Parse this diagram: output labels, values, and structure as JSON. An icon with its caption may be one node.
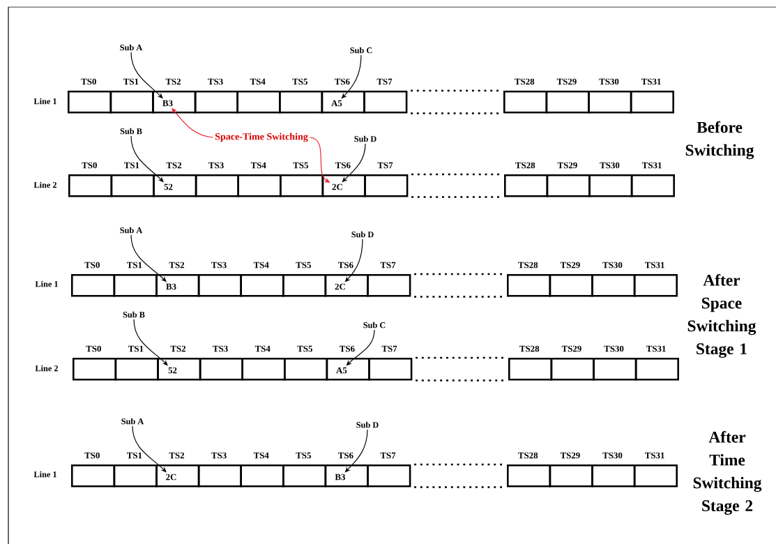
{
  "diagram": {
    "nodes": [
      {
        "text": [
          "Sub A"
        ]
      },
      {
        "text": [
          "Sub C"
        ]
      },
      {
        "text": [
          "TS0"
        ]
      },
      {
        "text": [
          "TS1"
        ]
      },
      {
        "text": [
          "TS2",
          "B3"
        ]
      },
      {
        "text": [
          "TS3"
        ]
      },
      {
        "text": [
          "TS4"
        ]
      },
      {
        "text": [
          "TS5"
        ]
      },
      {
        "text": [
          "TS6",
          "A5"
        ]
      },
      {
        "text": [
          "TS7"
        ]
      },
      {
        "text": [
          "TS28"
        ]
      },
      {
        "text": [
          "TS29"
        ]
      },
      {
        "text": [
          "TS30"
        ]
      },
      {
        "text": [
          "TS31"
        ]
      },
      {
        "text": [
          "Space-Time Switching"
        ]
      },
      {
        "text": [
          "Sub B"
        ]
      },
      {
        "text": [
          "Sub D"
        ]
      },
      {
        "text": [
          "TS0"
        ]
      },
      {
        "text": [
          "TS1"
        ]
      },
      {
        "text": [
          "TS2",
          "52"
        ]
      },
      {
        "text": [
          "TS3"
        ]
      },
      {
        "text": [
          "TS4"
        ]
      },
      {
        "text": [
          "TS5"
        ]
      },
      {
        "text": [
          "TS6",
          "2C"
        ]
      },
      {
        "text": [
          "TS7"
        ]
      },
      {
        "text": [
          "TS28"
        ]
      },
      {
        "text": [
          "TS29"
        ]
      },
      {
        "text": [
          "TS30"
        ]
      },
      {
        "text": [
          "TS31"
        ]
      },
      {
        "text": [
          "Sub A"
        ]
      },
      {
        "text": [
          "Sub D"
        ]
      },
      {
        "text": [
          "TS0"
        ]
      },
      {
        "text": [
          "TS1"
        ]
      },
      {
        "text": [
          "TS2",
          "B3"
        ]
      },
      {
        "text": [
          "TS3"
        ]
      },
      {
        "text": [
          "TS4"
        ]
      },
      {
        "text": [
          "TS5"
        ]
      },
      {
        "text": [
          "TS6",
          "2C"
        ]
      },
      {
        "text": [
          "TS7"
        ]
      },
      {
        "text": [
          "TS28"
        ]
      },
      {
        "text": [
          "TS29"
        ]
      },
      {
        "text": [
          "TS30"
        ]
      },
      {
        "text": [
          "TS31"
        ]
      },
      {
        "text": [
          "Sub B"
        ]
      },
      {
        "text": [
          "Sub C"
        ]
      },
      {
        "text": [
          "TS0"
        ]
      },
      {
        "text": [
          "TS1"
        ]
      },
      {
        "text": [
          "TS2",
          "52"
        ]
      },
      {
        "text": [
          "TS3"
        ]
      },
      {
        "text": [
          "TS4"
        ]
      },
      {
        "text": [
          "TS5"
        ]
      },
      {
        "text": [
          "TS6",
          "A5"
        ]
      },
      {
        "text": [
          "TS7"
        ]
      },
      {
        "text": [
          "TS28"
        ]
      },
      {
        "text": [
          "TS29"
        ]
      },
      {
        "text": [
          "TS30"
        ]
      },
      {
        "text": [
          "TS31"
        ]
      },
      {
        "text": [
          "Sub A"
        ]
      },
      {
        "text": [
          "Sub D"
        ]
      },
      {
        "text": [
          "TS0"
        ]
      },
      {
        "text": [
          "TS1"
        ]
      },
      {
        "text": [
          "TS2",
          "2C"
        ]
      },
      {
        "text": [
          "TS3"
        ]
      },
      {
        "text": [
          "TS4"
        ]
      },
      {
        "text": [
          "TS5"
        ]
      },
      {
        "text": [
          "TS6",
          "B3"
        ]
      },
      {
        "text": [
          "TS7"
        ]
      },
      {
        "text": [
          "TS28"
        ]
      },
      {
        "text": [
          "TS29"
        ]
      },
      {
        "text": [
          "TS30"
        ]
      },
      {
        "text": [
          "TS31"
        ]
      }
    ],
    "edges": [
      {
        "from": 0,
        "to": 4,
        "arrow": "to"
      },
      {
        "from": 1,
        "to": 8,
        "arrow": "to"
      },
      {
        "from": 14,
        "to": 4,
        "arrow": "to",
        "color": "#e8202a"
      },
      {
        "from": 14,
        "to": 23,
        "arrow": "to",
        "color": "#e8202a"
      },
      {
        "from": 15,
        "to": 19,
        "arrow": "to"
      },
      {
        "from": 16,
        "to": 23,
        "arrow": "to"
      },
      {
        "from": 29,
        "to": 33,
        "arrow": "to"
      },
      {
        "from": 30,
        "to": 37,
        "arrow": "to"
      },
      {
        "from": 43,
        "to": 47,
        "arrow": "to"
      },
      {
        "from": 44,
        "to": 51,
        "arrow": "to"
      },
      {
        "from": 57,
        "to": 61,
        "arrow": "to"
      },
      {
        "from": 58,
        "to": 65,
        "arrow": "to"
      },
      {
        "from": 9,
        "to": 10,
        "arrow": "none",
        "style": "dashed"
      },
      {
        "from": 9,
        "to": 10,
        "arrow": "none",
        "style": "dashed"
      },
      {
        "from": 24,
        "to": 25,
        "arrow": "none",
        "style": "dashed"
      },
      {
        "from": 24,
        "to": 25,
        "arrow": "none",
        "style": "dashed"
      },
      {
        "from": 38,
        "to": 39,
        "arrow": "none",
        "style": "dashed"
      },
      {
        "from": 38,
        "to": 39,
        "arrow": "none",
        "style": "dashed"
      },
      {
        "from": 52,
        "to": 53,
        "arrow": "none",
        "style": "dashed"
      },
      {
        "from": 52,
        "to": 53,
        "arrow": "none",
        "style": "dashed"
      },
      {
        "from": 66,
        "to": 67,
        "arrow": "none",
        "style": "dashed"
      },
      {
        "from": 66,
        "to": 67,
        "arrow": "none",
        "style": "dashed"
      }
    ],
    "labels": [
      "Line 1",
      "Before Switching",
      "Line 2",
      "Line 1",
      "After Space Switching Stage 1",
      "Line 2",
      "Line 1",
      "After Time Switching Stage 2"
    ]
  }
}
